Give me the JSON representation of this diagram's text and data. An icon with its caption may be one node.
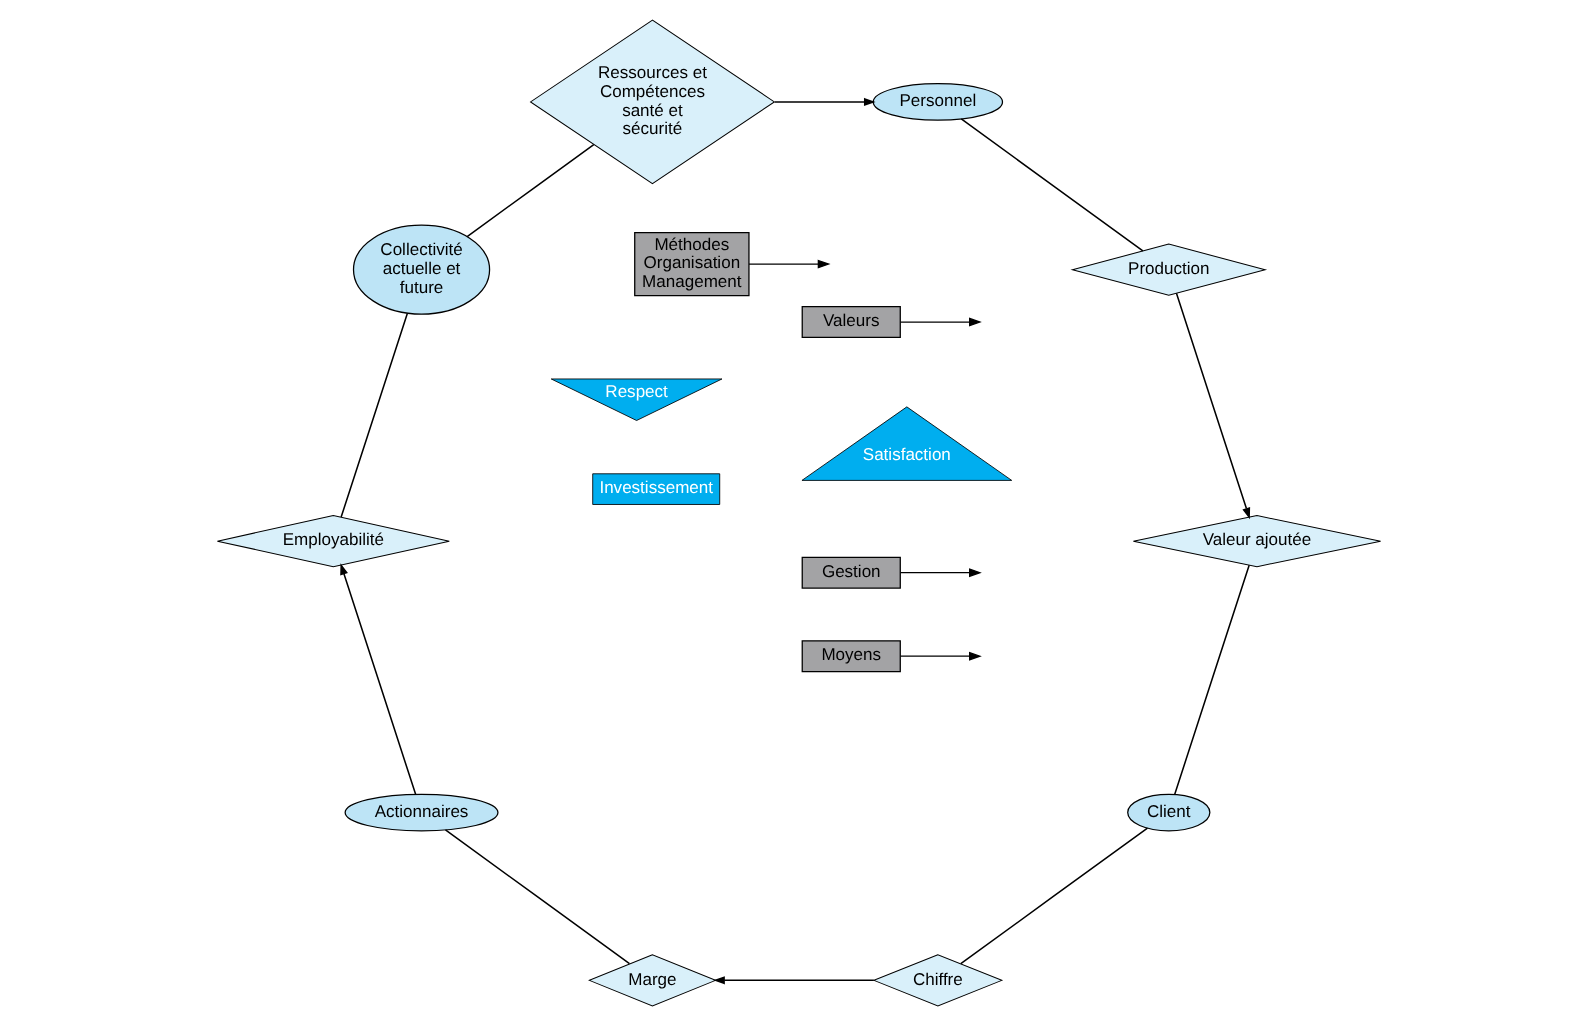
{
  "diagram": {
    "nodes": [
      {
        "text": [
          "Client"
        ]
      },
      {
        "text": [
          "Chiffre"
        ]
      },
      {
        "text": [
          "Marge"
        ]
      },
      {
        "text": [
          "Actionnaires"
        ]
      },
      {
        "text": [
          "Employabilité"
        ]
      },
      {
        "text": [
          "Collectivité actuelle et future"
        ]
      },
      {
        "text": [
          "Ressources et Compétences santé et sécurité"
        ]
      },
      {
        "text": [
          "Personnel"
        ]
      },
      {
        "text": [
          "Production"
        ]
      },
      {
        "text": [
          "Valeur ajoutée"
        ]
      },
      {
        "text": [
          "Satisfaction"
        ]
      },
      {
        "text": [
          "Investissement"
        ]
      },
      {
        "text": [
          "Respect"
        ]
      },
      {
        "text": [
          "Gestion"
        ]
      },
      {
        "text": [
          "Moyens"
        ]
      },
      {
        "text": [
          "Valeurs"
        ]
      },
      {
        "text": [
          "Méthodes",
          "Organisation",
          "Management"
        ]
      }
    ],
    "edges": [
      {
        "from": 0,
        "to": 1,
        "arrow": "none"
      },
      {
        "from": 1,
        "to": 2,
        "arrow": "to"
      },
      {
        "from": 2,
        "to": 3,
        "arrow": "none"
      },
      {
        "from": 3,
        "to": 4,
        "arrow": "to"
      },
      {
        "from": 4,
        "to": 5,
        "arrow": "none"
      },
      {
        "from": 5,
        "to": 6,
        "arrow": "none"
      },
      {
        "from": 6,
        "to": 7,
        "arrow": "to"
      },
      {
        "from": 7,
        "to": 8,
        "arrow": "none"
      },
      {
        "from": 8,
        "to": 9,
        "arrow": "to"
      },
      {
        "from": 9,
        "to": 0,
        "arrow": "none"
      },
      {
        "from": 13,
        "to": null,
        "arrow": "to"
      },
      {
        "from": 14,
        "to": null,
        "arrow": "to"
      },
      {
        "from": 15,
        "to": null,
        "arrow": "to"
      },
      {
        "from": 16,
        "to": null,
        "arrow": "to"
      }
    ]
  }
}
